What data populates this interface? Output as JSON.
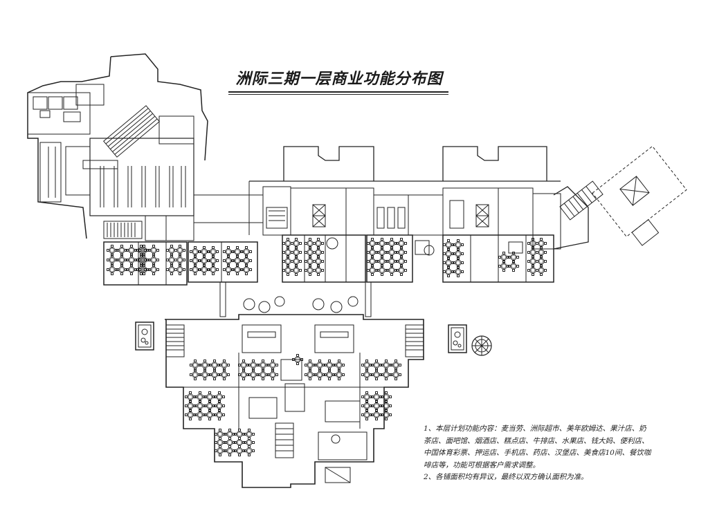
{
  "title": "洲际三期一层商业功能分布图",
  "notes": [
    "1、本层计划功能内容：麦当劳、洲际超市、美年欧姆达、果汁店、奶茶店、面吧馆、烟酒店、糕点店、牛排店、水果店、钱大妈、便利店、中国体育彩票、押运店、手机店、药店、汉堡店、美食店10间、餐饮咖啡店等，功能可根据客户需求调整。",
    "2、各铺面积均有异议，最终以双方确认面积为准。"
  ],
  "colors": {
    "line": "#222222",
    "background": "#ffffff"
  }
}
